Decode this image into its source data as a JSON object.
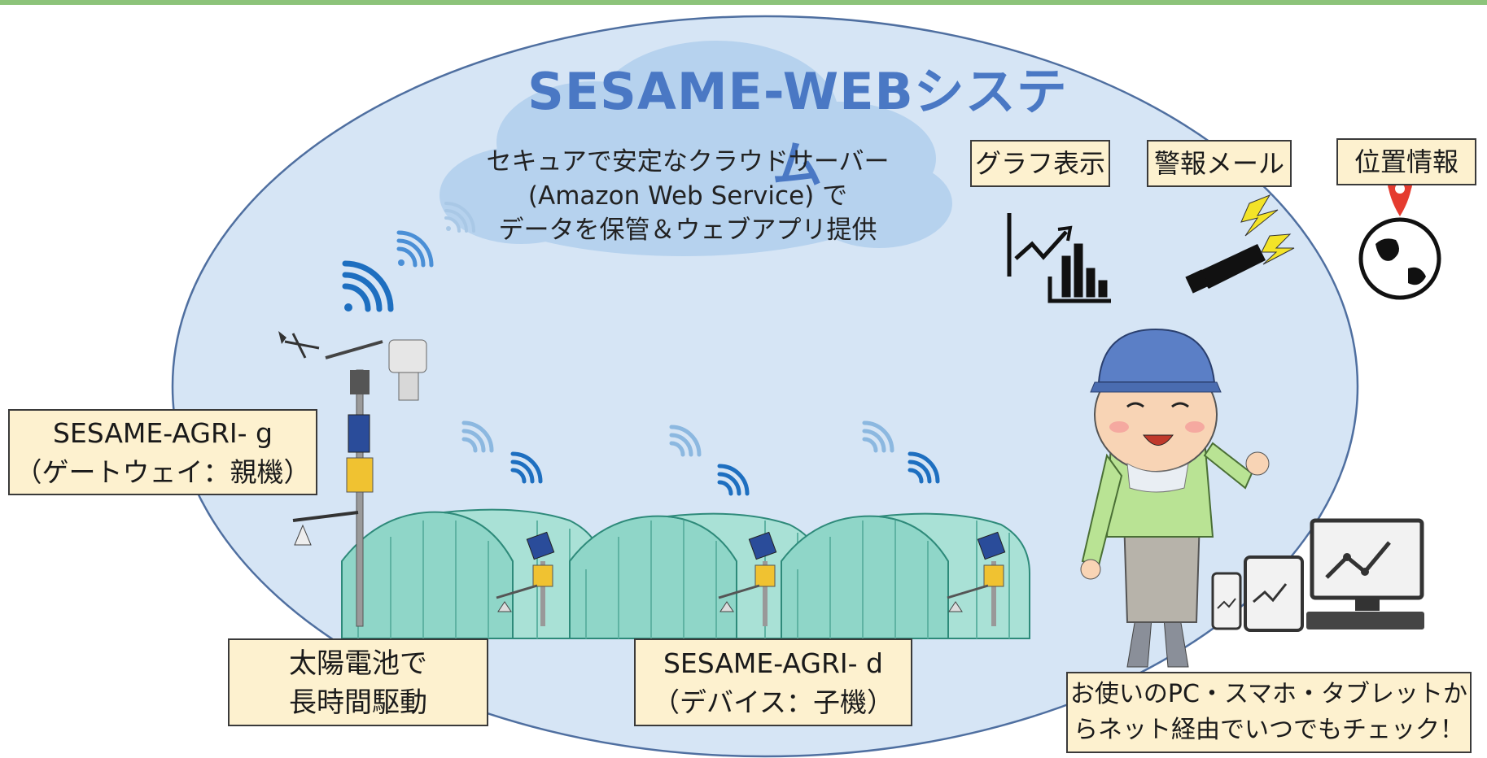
{
  "title": "SESAME-WEBシステム",
  "cloud": {
    "lines": [
      "セキュアで安定なクラウドサーバー",
      "(Amazon Web Service) で",
      "データを保管＆ウェブアプリ提供"
    ]
  },
  "features": [
    {
      "label": "グラフ表示",
      "icon": "graph-icon"
    },
    {
      "label": "警報メール",
      "icon": "megaphone-icon"
    },
    {
      "label": "位置情報",
      "icon": "globe-pin-icon"
    }
  ],
  "gateway": {
    "line1": "SESAME-AGRI- g",
    "line2": "（ゲートウェイ：親機）"
  },
  "solar": {
    "line1": "太陽電池で",
    "line2": "長時間駆動"
  },
  "device": {
    "line1": "SESAME-AGRI- d",
    "line2": "（デバイス：子機）"
  },
  "user_note": {
    "line1": "お使いのPC・スマホ・タブレットか",
    "line2": "らネット経由でいつでもチェック！"
  },
  "colors": {
    "ellipse_fill": "#d6e5f5",
    "ellipse_stroke": "#4f6fa0",
    "title": "#4a78c4",
    "label_fill": "#fdf1cf",
    "greenhouse": "#8fd6c8",
    "wifi_dark": "#1e6fc0",
    "wifi_light": "#8cb8e0"
  }
}
